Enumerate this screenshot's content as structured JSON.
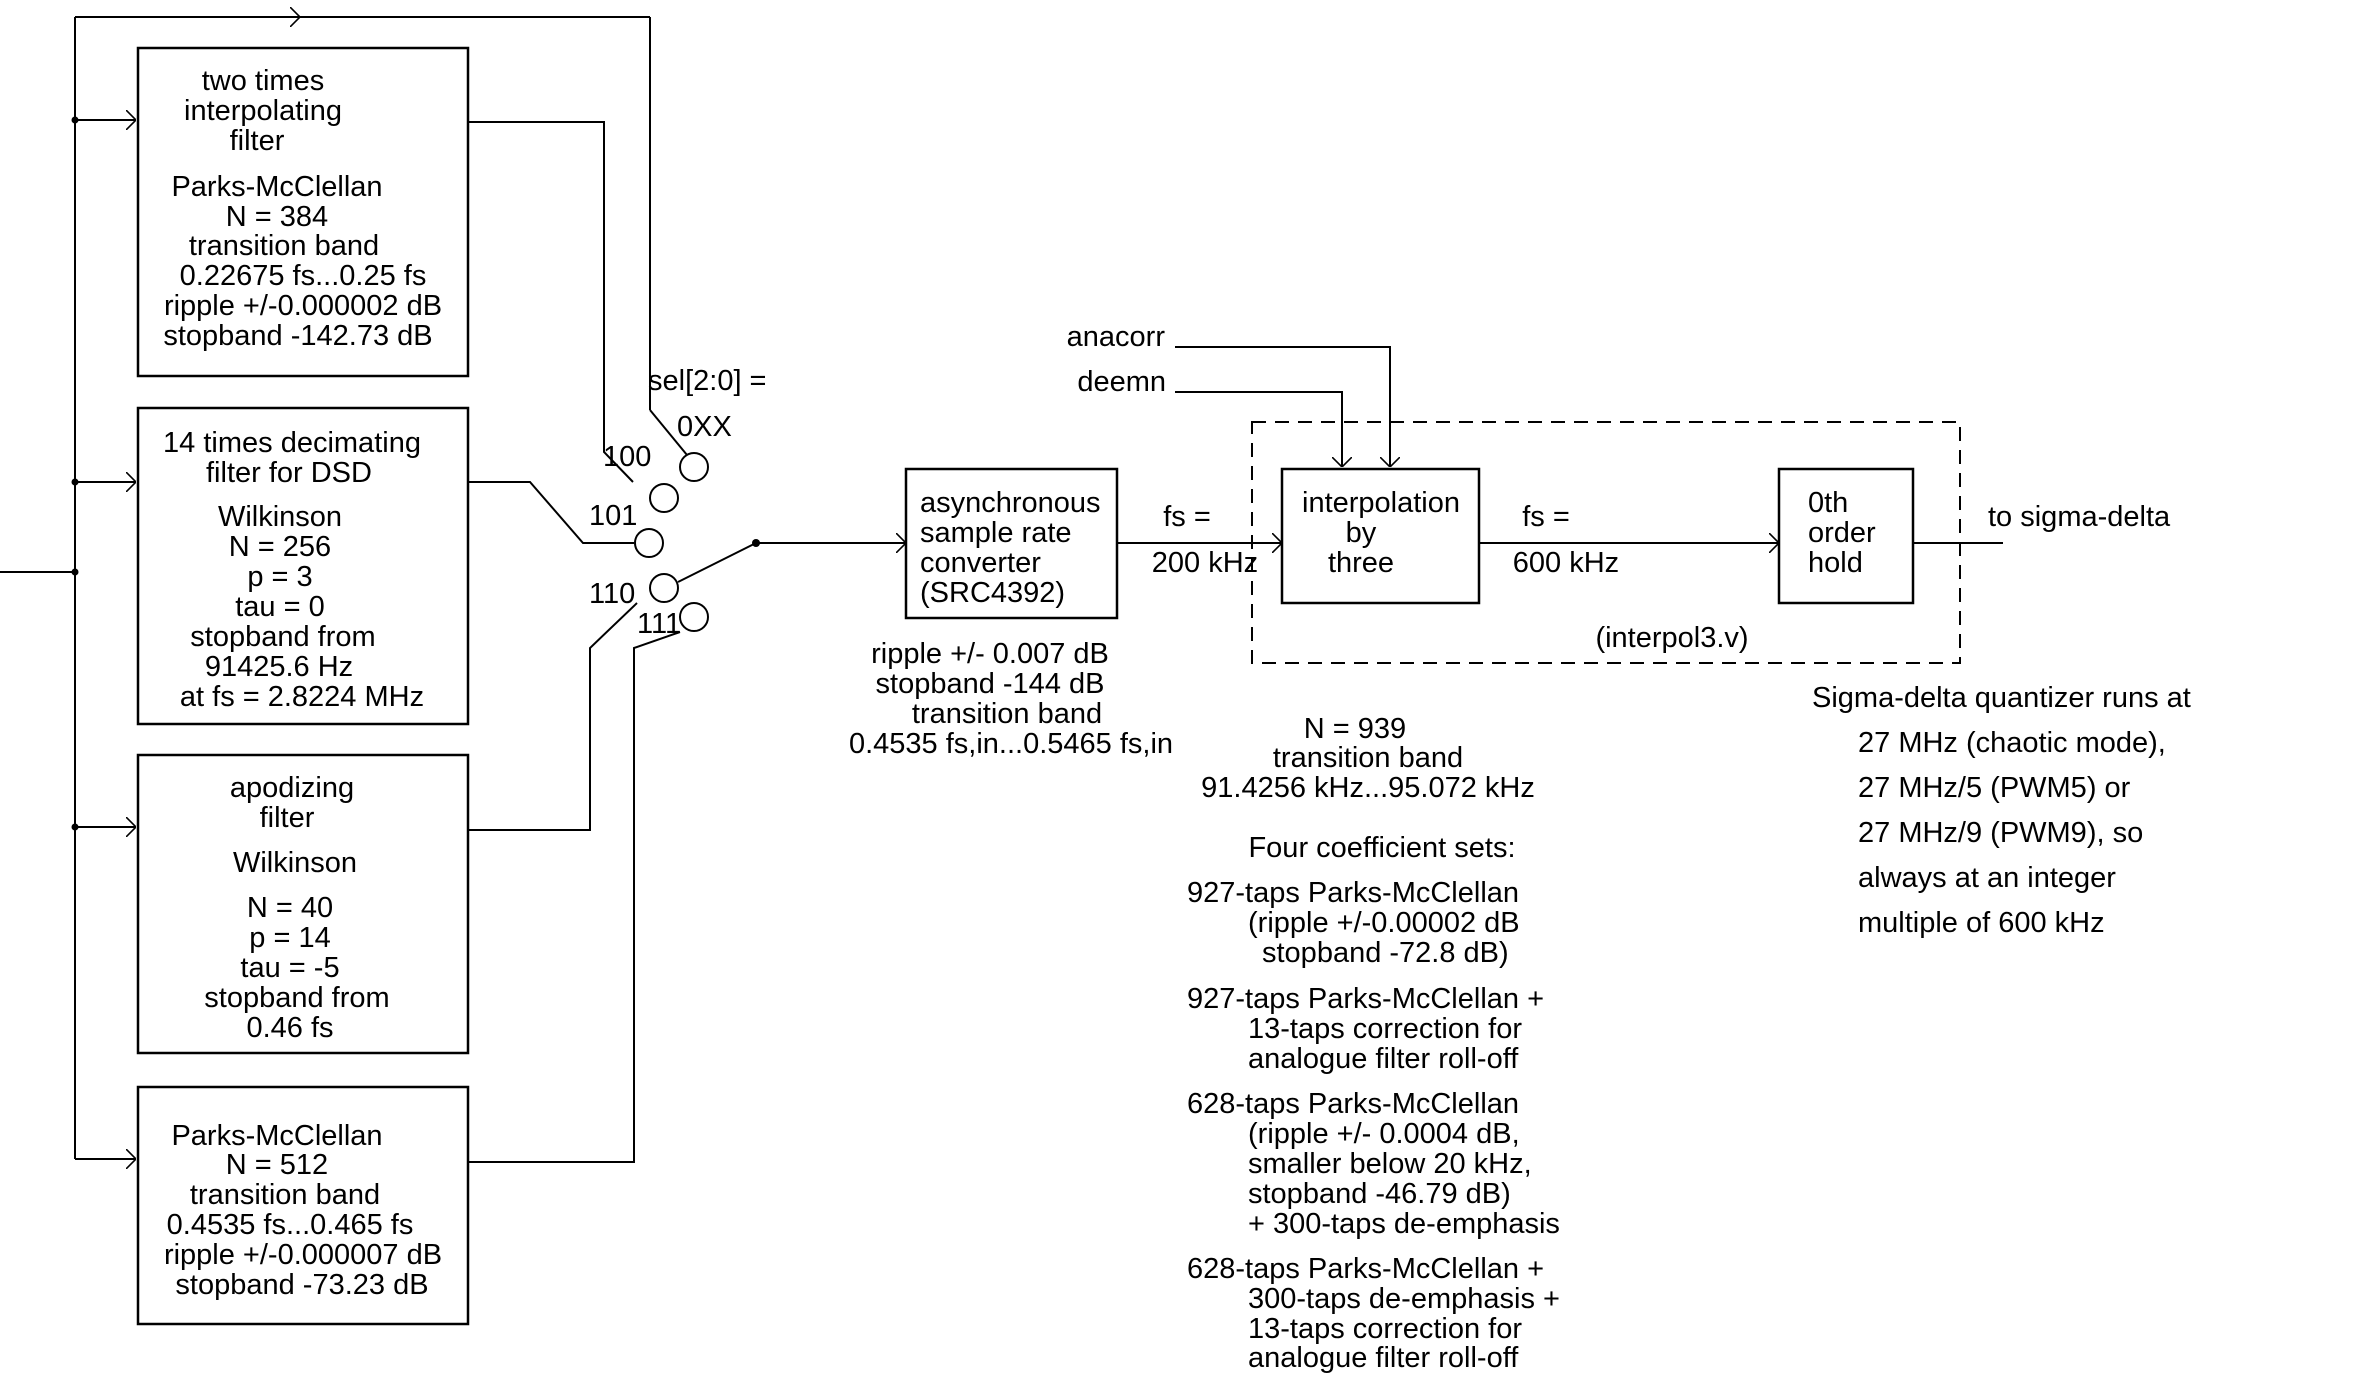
{
  "filters": {
    "f1": [
      "two times",
      "interpolating",
      "filter",
      "",
      "Parks-McClellan",
      "N = 384",
      "transition band",
      "0.22675 fs...0.25 fs",
      "ripple +/-0.000002 dB",
      "stopband -142.73 dB"
    ],
    "f2": [
      "14 times decimating",
      "filter for DSD",
      "",
      "Wilkinson",
      "N = 256",
      "p = 3",
      "tau = 0",
      "stopband from",
      "91425.6 Hz",
      "at fs = 2.8224 MHz"
    ],
    "f3": [
      "apodizing",
      "filter",
      "",
      "Wilkinson",
      "",
      "N = 40",
      "p = 14",
      "tau = -5",
      "stopband from",
      "0.46 fs"
    ],
    "f4": [
      "Parks-McClellan",
      "N = 512",
      "transition band",
      "0.4535 fs...0.465 fs",
      "ripple +/-0.000007 dB",
      "stopband -73.23 dB"
    ]
  },
  "selector": {
    "label": "sel[2:0] =",
    "pos_0xx": "0XX",
    "pos_100": "100",
    "pos_101": "101",
    "pos_110": "110",
    "pos_111": "111"
  },
  "src": {
    "lines": [
      "asynchronous",
      "sample rate",
      "converter",
      "(SRC4392)"
    ],
    "notes": [
      "ripple +/- 0.007 dB",
      "stopband -144 dB",
      "transition band",
      "0.4535 fs,in...0.5465 fs,in"
    ]
  },
  "signals": {
    "fs1": [
      "fs =",
      "200 kHz"
    ],
    "fs2": [
      "fs =",
      "600 kHz"
    ],
    "anacorr": "anacorr",
    "deemn": "deemn",
    "output": "to sigma-delta"
  },
  "interp": {
    "lines": [
      "interpolation",
      "by",
      "three"
    ],
    "module": "(interpol3.v)",
    "notes": [
      "N = 939",
      "transition band",
      "91.4256 kHz...95.072 kHz"
    ],
    "coef_title": "Four coefficient sets:",
    "coef_sets": [
      [
        "927-taps Parks-McClellan",
        "(ripple +/-0.00002 dB",
        "stopband -72.8 dB)"
      ],
      [
        "927-taps Parks-McClellan +",
        "13-taps correction for",
        "analogue filter roll-off"
      ],
      [
        "628-taps Parks-McClellan",
        "(ripple +/- 0.0004 dB,",
        "smaller below 20 kHz,",
        "stopband -46.79 dB)",
        "+ 300-taps de-emphasis"
      ],
      [
        "628-taps Parks-McClellan +",
        "300-taps de-emphasis +",
        "13-taps correction for",
        "analogue filter roll-off"
      ]
    ]
  },
  "hold": {
    "lines": [
      "0th",
      "order",
      "hold"
    ]
  },
  "sigma_delta": {
    "lines": [
      "Sigma-delta quantizer runs at",
      "27 MHz (chaotic mode),",
      "27 MHz/5 (PWM5) or",
      "27 MHz/9 (PWM9), so",
      "always at an integer",
      "multiple of 600 kHz"
    ]
  }
}
